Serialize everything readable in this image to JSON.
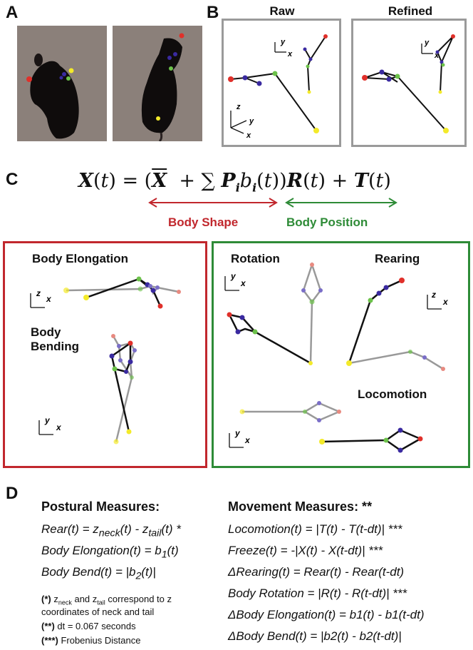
{
  "panels": {
    "a": {
      "letter": "A"
    },
    "b": {
      "letter": "B",
      "raw_title": "Raw",
      "refined_title": "Refined"
    },
    "c": {
      "letter": "C",
      "body_shape": "Body Shape",
      "body_position": "Body Position",
      "red_box": {
        "elongation": "Body Elongation",
        "bending_1": "Body",
        "bending_2": "Bending"
      },
      "green_box": {
        "rotation": "Rotation",
        "rearing": "Rearing",
        "locomotion": "Locomotion"
      }
    },
    "d": {
      "letter": "D"
    }
  },
  "equation": {
    "lhs": "X(t) = (",
    "xbar": "X",
    "mid": "+ ∑ P",
    "sub_i": "i",
    "b": "b",
    "sub_i2": "i",
    "rest": "(t))R(t) + T(t)"
  },
  "axes": {
    "x": "x",
    "y": "y",
    "z": "z"
  },
  "colors": {
    "red": "#e0302a",
    "blue": "#3a2aa0",
    "green": "#6cc24a",
    "yellow": "#f3ea2a",
    "body_shape": "#c1272d",
    "body_position": "#2e8b37",
    "box_gray": "#9a9a9a"
  },
  "postural": {
    "heading": "Postural Measures:",
    "rows": [
      {
        "pre": "Rear(t) = z",
        "sub": "neck",
        "mid": "(t) - z",
        "sub2": "tail",
        "post": "(t) *"
      },
      {
        "pre": "Body Elongation(t) = b",
        "sub": "1",
        "post": "(t)"
      },
      {
        "pre": "Body Bend(t) = |b",
        "sub": "2",
        "post": "(t)|"
      }
    ]
  },
  "movement": {
    "heading": "Movement Measures: **",
    "rows": [
      "Locomotion(t) = |T(t) - T(t-dt)| ***",
      "Freeze(t) = -|X(t) - X(t-dt)| ***",
      "ΔRearing(t) = Rear(t) - Rear(t-dt)",
      "Body Rotation = |R(t) - R(t-dt)| ***",
      "ΔBody Elongation(t) = b1(t) - b1(t-dt)",
      "ΔBody Bend(t) = |b2(t) - b2(t-dt)|"
    ]
  },
  "notes": {
    "n1_mark": "(*)",
    "n1_a": " z",
    "n1_sub1": "neck",
    "n1_b": " and z",
    "n1_sub2": "tail",
    "n1_c": " correspond to z",
    "n1_line2": "coordinates of neck and tail",
    "n2_mark": "(**)",
    "n2_text": " dt = 0.067 seconds",
    "n3_mark": "(***)",
    "n3_text": " Frobenius Distance"
  }
}
